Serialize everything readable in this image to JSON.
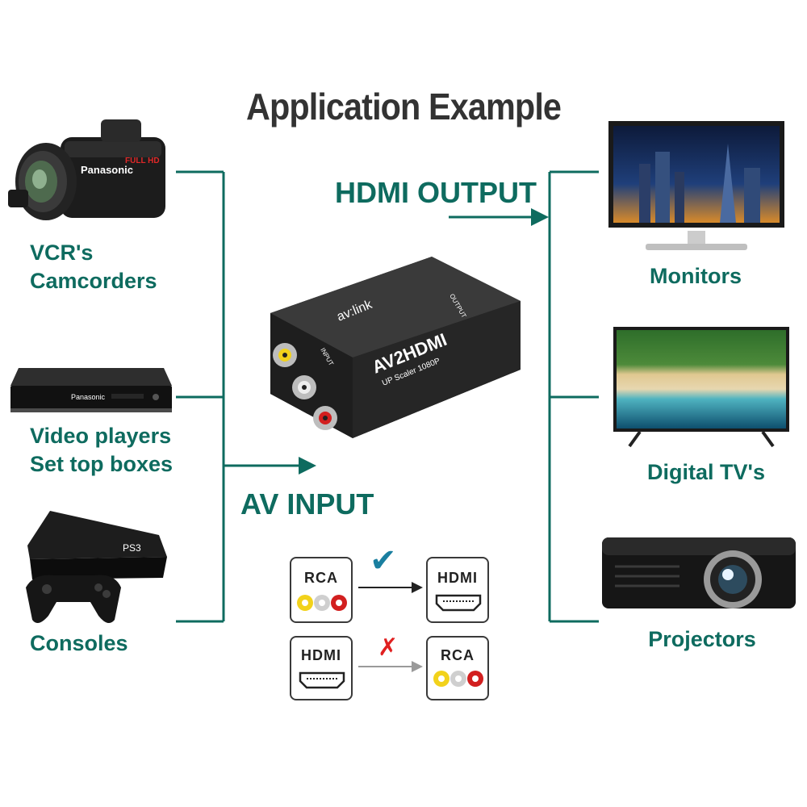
{
  "title": "Application Example",
  "labels": {
    "hdmi_output": "HDMI OUTPUT",
    "av_input": "AV INPUT"
  },
  "sources": [
    {
      "lines": [
        "VCR's",
        "Camcorders"
      ],
      "icon": "camcorder-icon"
    },
    {
      "lines": [
        "Video players",
        "Set top boxes"
      ],
      "icon": "bluray-player-icon"
    },
    {
      "lines": [
        "Consoles"
      ],
      "icon": "game-console-icon"
    }
  ],
  "outputs": [
    {
      "label": "Monitors",
      "icon": "monitor-icon"
    },
    {
      "label": "Digital TV's",
      "icon": "tv-icon"
    },
    {
      "label": "Projectors",
      "icon": "projector-icon"
    }
  ],
  "device": {
    "brand": "av:link",
    "model": "AV2HDMI",
    "subtitle": "UP Scaler 1080P",
    "input_label": "INPUT",
    "output_label": "OUTPUT"
  },
  "camcorder": {
    "brand": "Panasonic",
    "badge": "FULL HD"
  },
  "player": {
    "brand": "Panasonic"
  },
  "console": {
    "logo": "PS3"
  },
  "conversions": [
    {
      "from": "RCA",
      "to": "HDMI",
      "mark": "✔",
      "supported": true
    },
    {
      "from": "HDMI",
      "to": "RCA",
      "mark": "✗",
      "supported": false
    }
  ],
  "colors": {
    "accent": "#0e6b5f",
    "title": "#333333",
    "check": "#1a7fa0",
    "cross": "#e02020",
    "rca_yellow": "#f2d21b",
    "rca_white": "#cfcfcf",
    "rca_red": "#d21f1f"
  }
}
